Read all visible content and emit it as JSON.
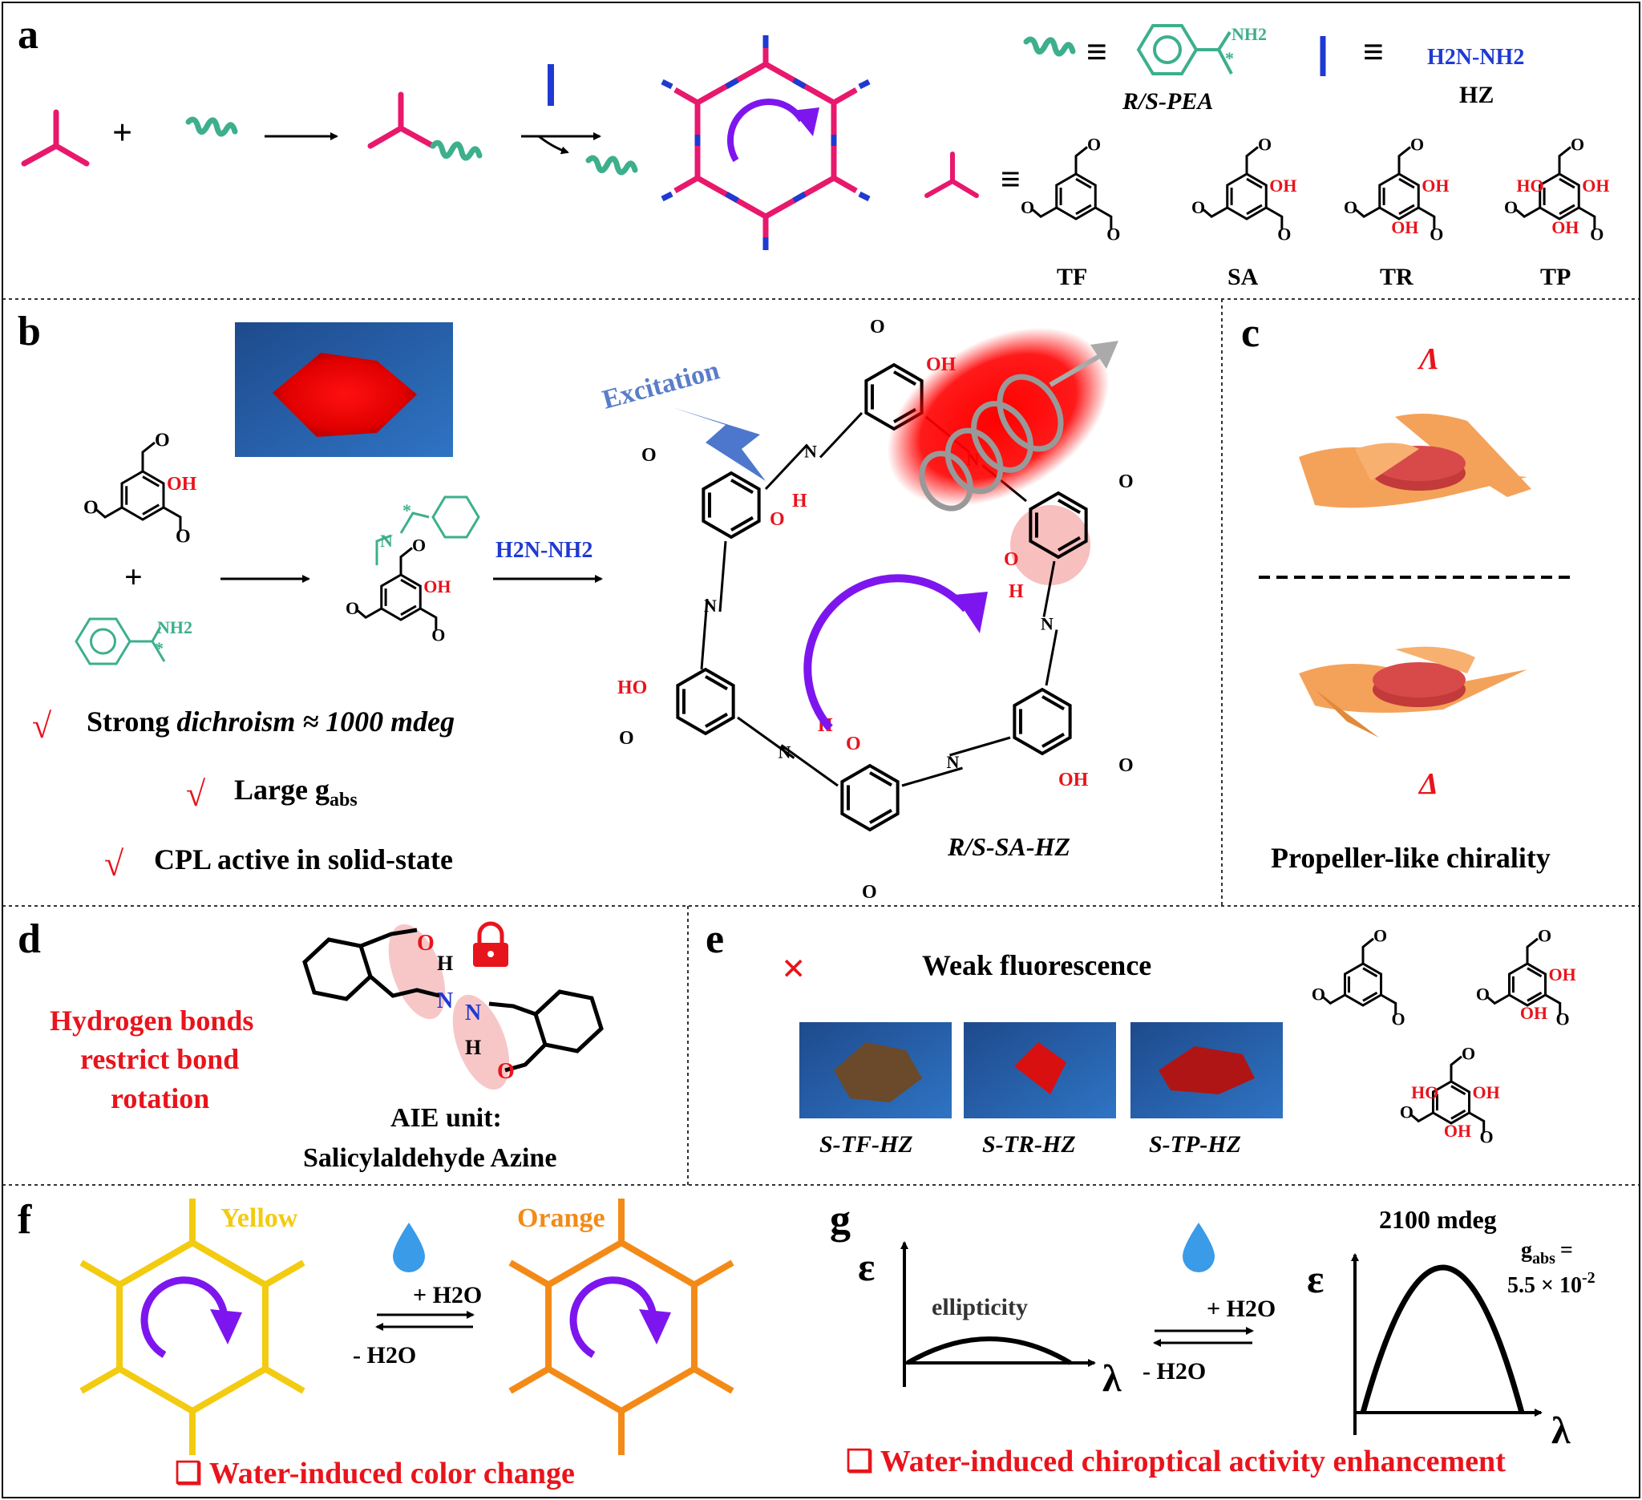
{
  "colors": {
    "linker_pink": "#e8186d",
    "chiral_green": "#3daf8d",
    "hydrazine_blue": "#1f3ad1",
    "arrow_purple": "#7d16ee",
    "red_text": "#e8141c",
    "yellow": "#f3cb10",
    "orange": "#f38a17",
    "water_blue": "#3a9be8"
  },
  "panels": {
    "a": {
      "label": "a",
      "pea_name": "R/S-PEA",
      "pea_nh2": "NH2",
      "pea_star": "*",
      "hz_formula": "H2N-NH2",
      "hz_name": "HZ",
      "equiv": "≡",
      "plus": "+",
      "monomers": [
        {
          "name": "TF",
          "oh_labels": []
        },
        {
          "name": "SA",
          "oh_labels": [
            "OH"
          ]
        },
        {
          "name": "TR",
          "oh_labels": [
            "OH",
            "OH"
          ]
        },
        {
          "name": "TP",
          "oh_labels": [
            "HO",
            "OH",
            "OH"
          ]
        }
      ]
    },
    "b": {
      "label": "b",
      "excitation": "Excitation",
      "oh": "OH",
      "ho": "HO",
      "o": "O",
      "h": "H",
      "n": "N",
      "hydrazine": "H2N-NH2",
      "nh2": "NH2",
      "star": "*",
      "product": "R/S-SA-HZ",
      "features": [
        {
          "mark": "√",
          "text_plain": "Strong ",
          "text_italic": "dichroism ≈ 1000 mdeg"
        },
        {
          "mark": "√",
          "text_plain": "Large g",
          "sub": "abs"
        },
        {
          "mark": "√",
          "text_plain": "CPL active in solid-state"
        }
      ]
    },
    "c": {
      "label": "c",
      "top_symbol": "Λ",
      "bottom_symbol": "Δ",
      "caption": "Propeller-like chirality"
    },
    "d": {
      "label": "d",
      "red_text": [
        "Hydrogen bonds",
        "restrict bond",
        "rotation"
      ],
      "caption_1": "AIE unit:",
      "caption_2": "Salicylaldehyde Azine",
      "lock_icon": "padlock-icon"
    },
    "e": {
      "label": "e",
      "cross": "×",
      "title": "Weak fluorescence",
      "samples": [
        "S-TF-HZ",
        "S-TR-HZ",
        "S-TP-HZ"
      ]
    },
    "f": {
      "label": "f",
      "left_color": "Yellow",
      "right_color": "Orange",
      "plus_water": "+ H2O",
      "minus_water": "- H2O",
      "caption": "❑ Water-induced color change"
    },
    "g": {
      "label": "g",
      "epsilon": "ε",
      "lambda": "λ",
      "ellipticity": "ellipticity",
      "plus_water": "+ H2O",
      "minus_water": "- H2O",
      "peak_value": "2100 mdeg",
      "gabs_label": "g",
      "gabs_sub": "abs",
      "gabs_eq": "=",
      "gabs_value": "5.5 × 10",
      "gabs_exp": "-2",
      "caption": "❑ Water-induced chiroptical activity enhancement"
    }
  }
}
